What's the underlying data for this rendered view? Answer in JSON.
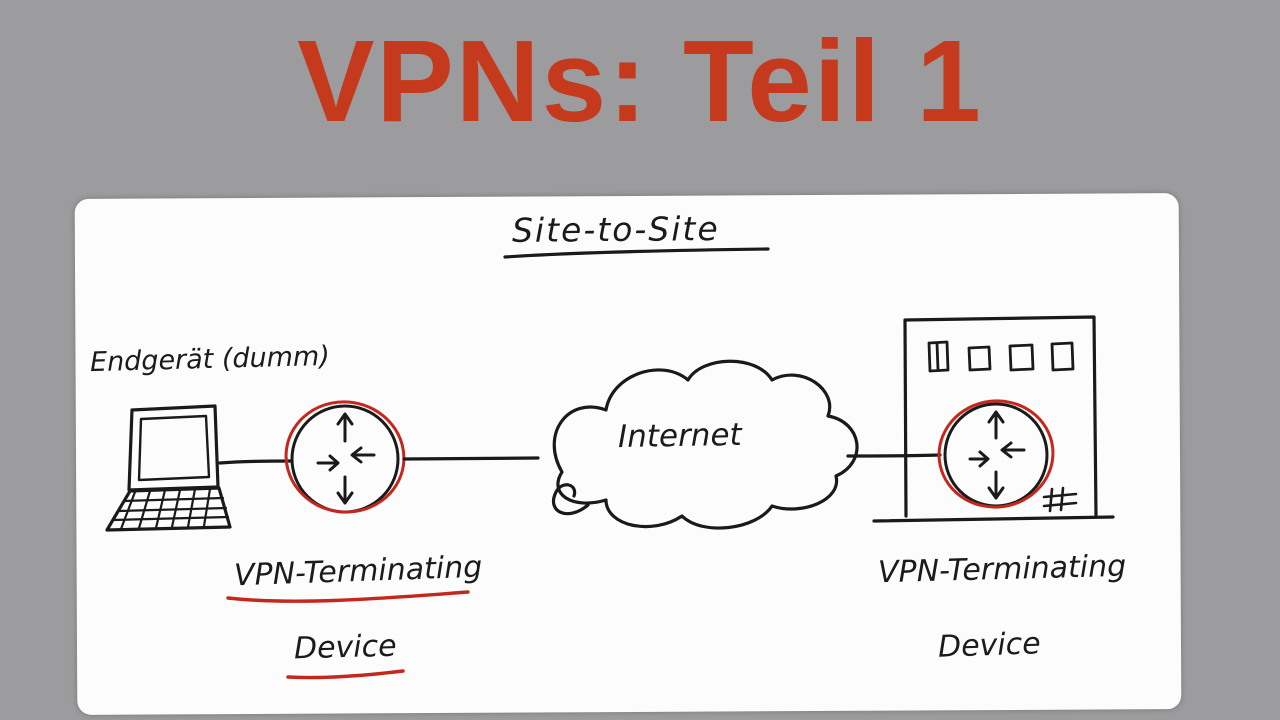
{
  "page": {
    "title": "VPNs: Teil 1"
  },
  "colors": {
    "title_red": "#c5391d",
    "annotation_red": "#c4281c",
    "ink_black": "#1a1a1a",
    "background_gray": "#9c9c9e",
    "board_white": "#fcfcfc"
  },
  "diagram": {
    "heading": "Site-to-Site",
    "nodes": {
      "endpoint_label": "Endgerät (dumm)",
      "cloud_label": "Internet",
      "left_router_label_line1": "VPN-Terminating",
      "left_router_label_line2": "Device",
      "right_router_label_line1": "VPN-Terminating",
      "right_router_label_line2": "Device"
    }
  }
}
